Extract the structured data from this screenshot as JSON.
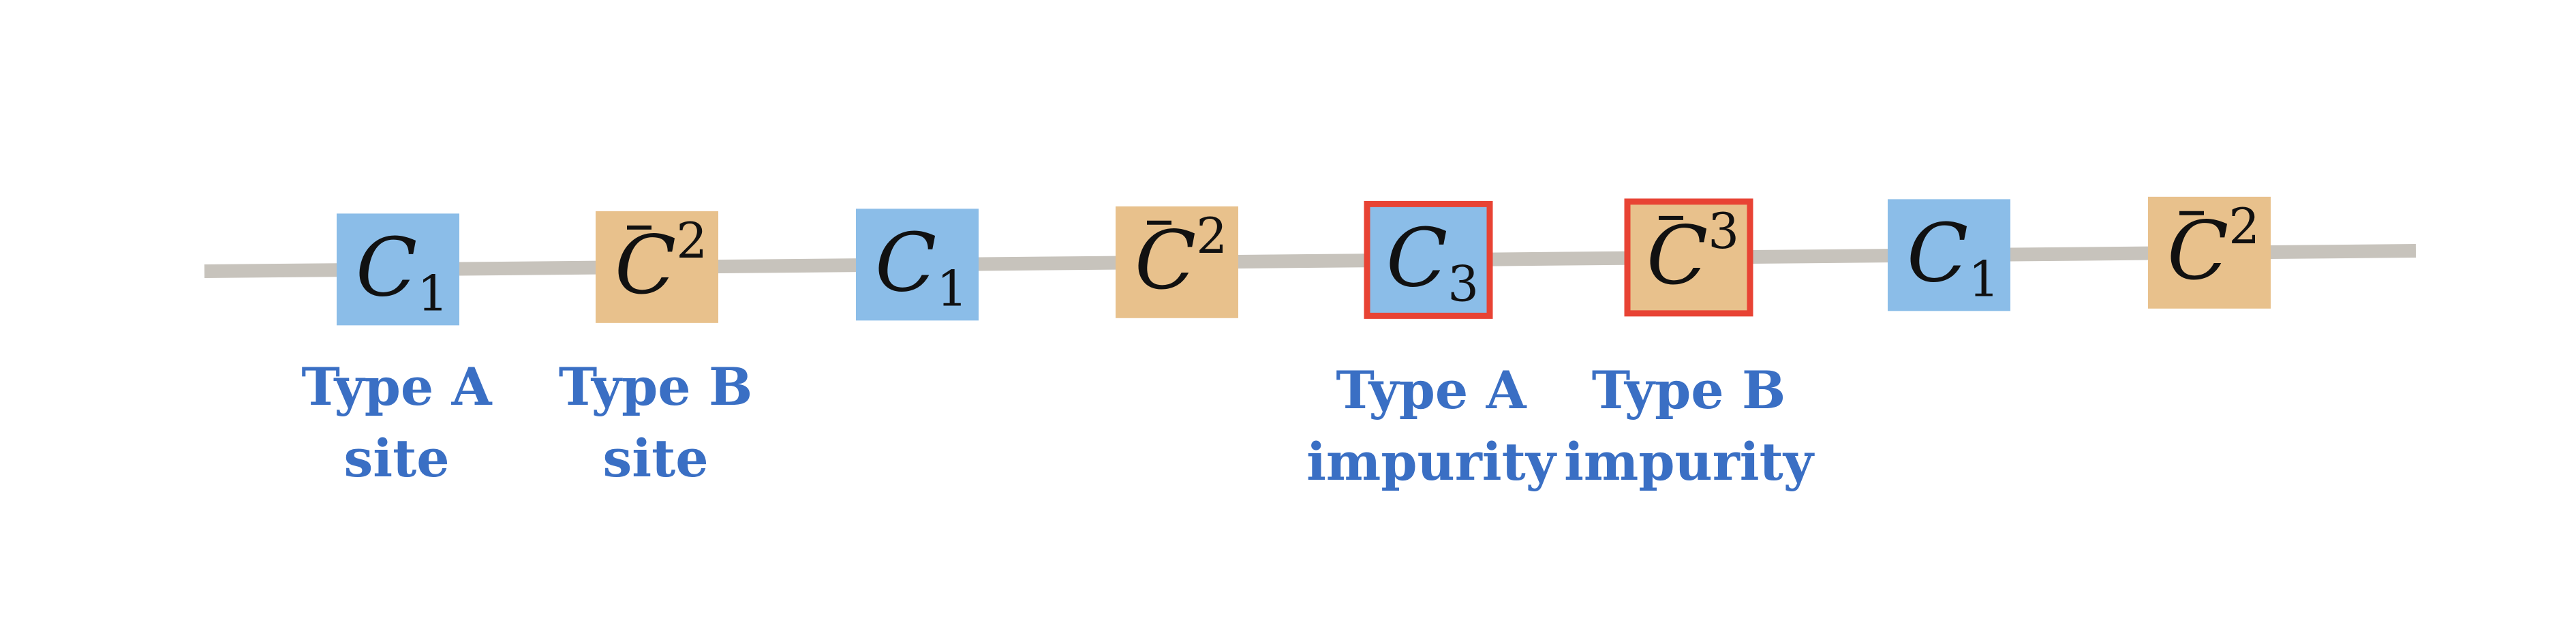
{
  "colors": {
    "chain": "#c7c3bc",
    "type_a_fill": "#8bbde8",
    "type_b_fill": "#e8c18c",
    "impurity_border": "#e84334",
    "label_text": "#3a6fc4",
    "symbol_text": "#111111"
  },
  "sites": [
    {
      "kind": "A",
      "symbol": "C",
      "sub": "1",
      "sup": "",
      "bar": false,
      "impurity": false
    },
    {
      "kind": "B",
      "symbol": "C",
      "sub": "",
      "sup": "2",
      "bar": true,
      "impurity": false
    },
    {
      "kind": "A",
      "symbol": "C",
      "sub": "1",
      "sup": "",
      "bar": false,
      "impurity": false
    },
    {
      "kind": "B",
      "symbol": "C",
      "sub": "",
      "sup": "2",
      "bar": true,
      "impurity": false
    },
    {
      "kind": "A",
      "symbol": "C",
      "sub": "3",
      "sup": "",
      "bar": false,
      "impurity": true
    },
    {
      "kind": "B",
      "symbol": "C",
      "sub": "",
      "sup": "3",
      "bar": true,
      "impurity": true
    },
    {
      "kind": "A",
      "symbol": "C",
      "sub": "1",
      "sup": "",
      "bar": false,
      "impurity": false
    },
    {
      "kind": "B",
      "symbol": "C",
      "sub": "",
      "sup": "2",
      "bar": true,
      "impurity": false
    }
  ],
  "labels": {
    "type_a_site": {
      "line1": "Type A",
      "line2": "site"
    },
    "type_b_site": {
      "line1": "Type B",
      "line2": "site"
    },
    "type_a_impurity": {
      "line1": "Type A",
      "line2": "impurity"
    },
    "type_b_impurity": {
      "line1": "Type B",
      "line2": "impurity"
    }
  }
}
